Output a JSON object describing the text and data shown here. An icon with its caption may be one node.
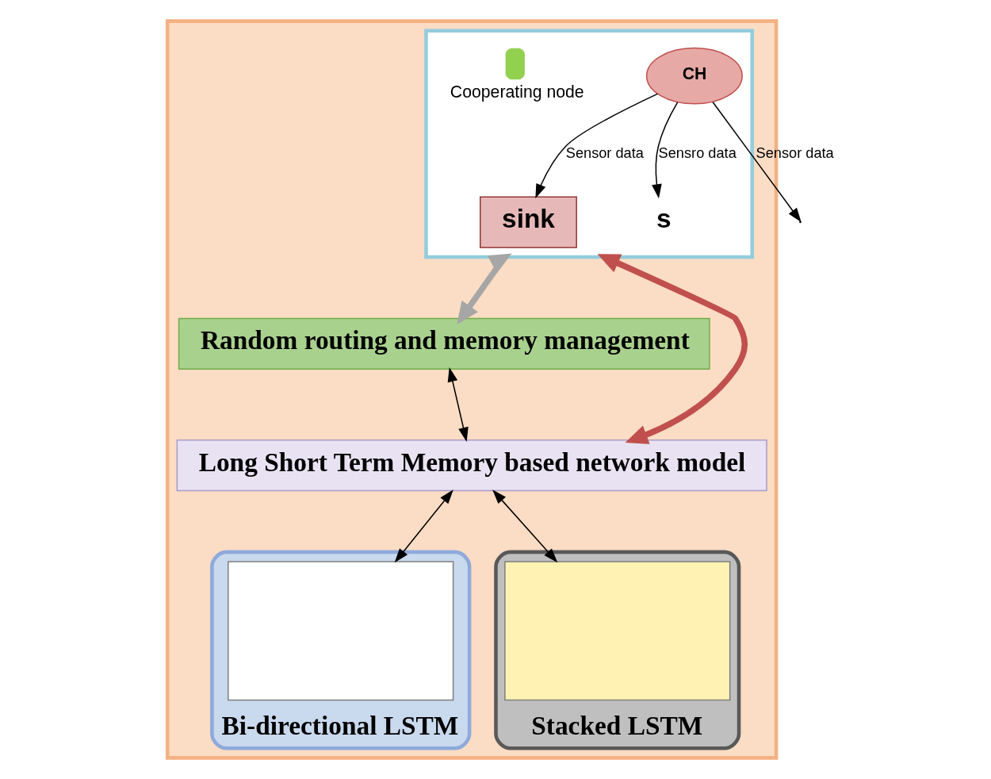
{
  "diagram": {
    "nodes": [
      {
        "text": [],
        "shape": "box"
      },
      {
        "text": [],
        "shape": "box",
        "in": 0
      },
      {
        "text": [
          "sink"
        ],
        "in": 1
      },
      {
        "text": [
          "CH"
        ],
        "in": 1
      },
      {
        "text": [
          "s"
        ],
        "in": 1
      },
      {
        "text": [
          "Cooperating node"
        ],
        "in": 1
      },
      {
        "text": [
          "Random routing and memory management"
        ],
        "in": 0
      },
      {
        "text": [
          "Long Short Term Memory based network model"
        ],
        "in": 0
      },
      {
        "text": [
          "Bi-directional LSTM"
        ],
        "in": 0
      },
      {
        "text": [],
        "shape": "box",
        "in": 8
      },
      {
        "text": [
          "Stacked LSTM"
        ],
        "in": 0
      },
      {
        "text": [],
        "shape": "box",
        "in": 10
      }
    ],
    "edges": [
      {
        "from": 3,
        "to": 2,
        "arrow": "to",
        "label": "Sensor data"
      },
      {
        "from": 3,
        "to": 4,
        "arrow": "to",
        "label": "Sensro data"
      },
      {
        "from": 3,
        "to": null,
        "arrow": "to",
        "label": "Sensor data"
      },
      {
        "from": 1,
        "to": 6,
        "arrow": "both",
        "style": "thick",
        "color": "#a6a6a6"
      },
      {
        "from": 1,
        "to": 7,
        "arrow": "both",
        "style": "thick",
        "color": "#c0504d"
      },
      {
        "from": 6,
        "to": 7,
        "arrow": "both"
      },
      {
        "from": 7,
        "to": 9,
        "arrow": "both"
      },
      {
        "from": 7,
        "to": 11,
        "arrow": "both"
      }
    ]
  }
}
